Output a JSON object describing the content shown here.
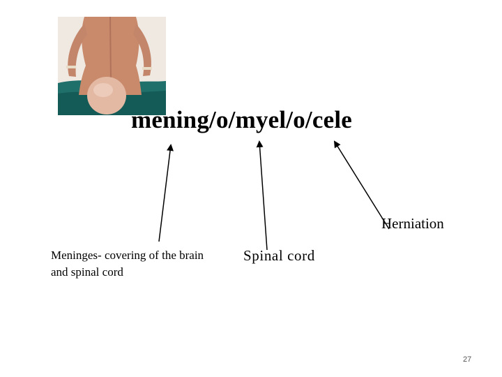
{
  "slide": {
    "term": "mening/o/myel/o/cele",
    "labels": {
      "meninges": "Meninges- covering of the brain and spinal cord",
      "spinal_cord": "Spinal cord",
      "herniation": "Herniation"
    },
    "page_number": "27"
  }
}
